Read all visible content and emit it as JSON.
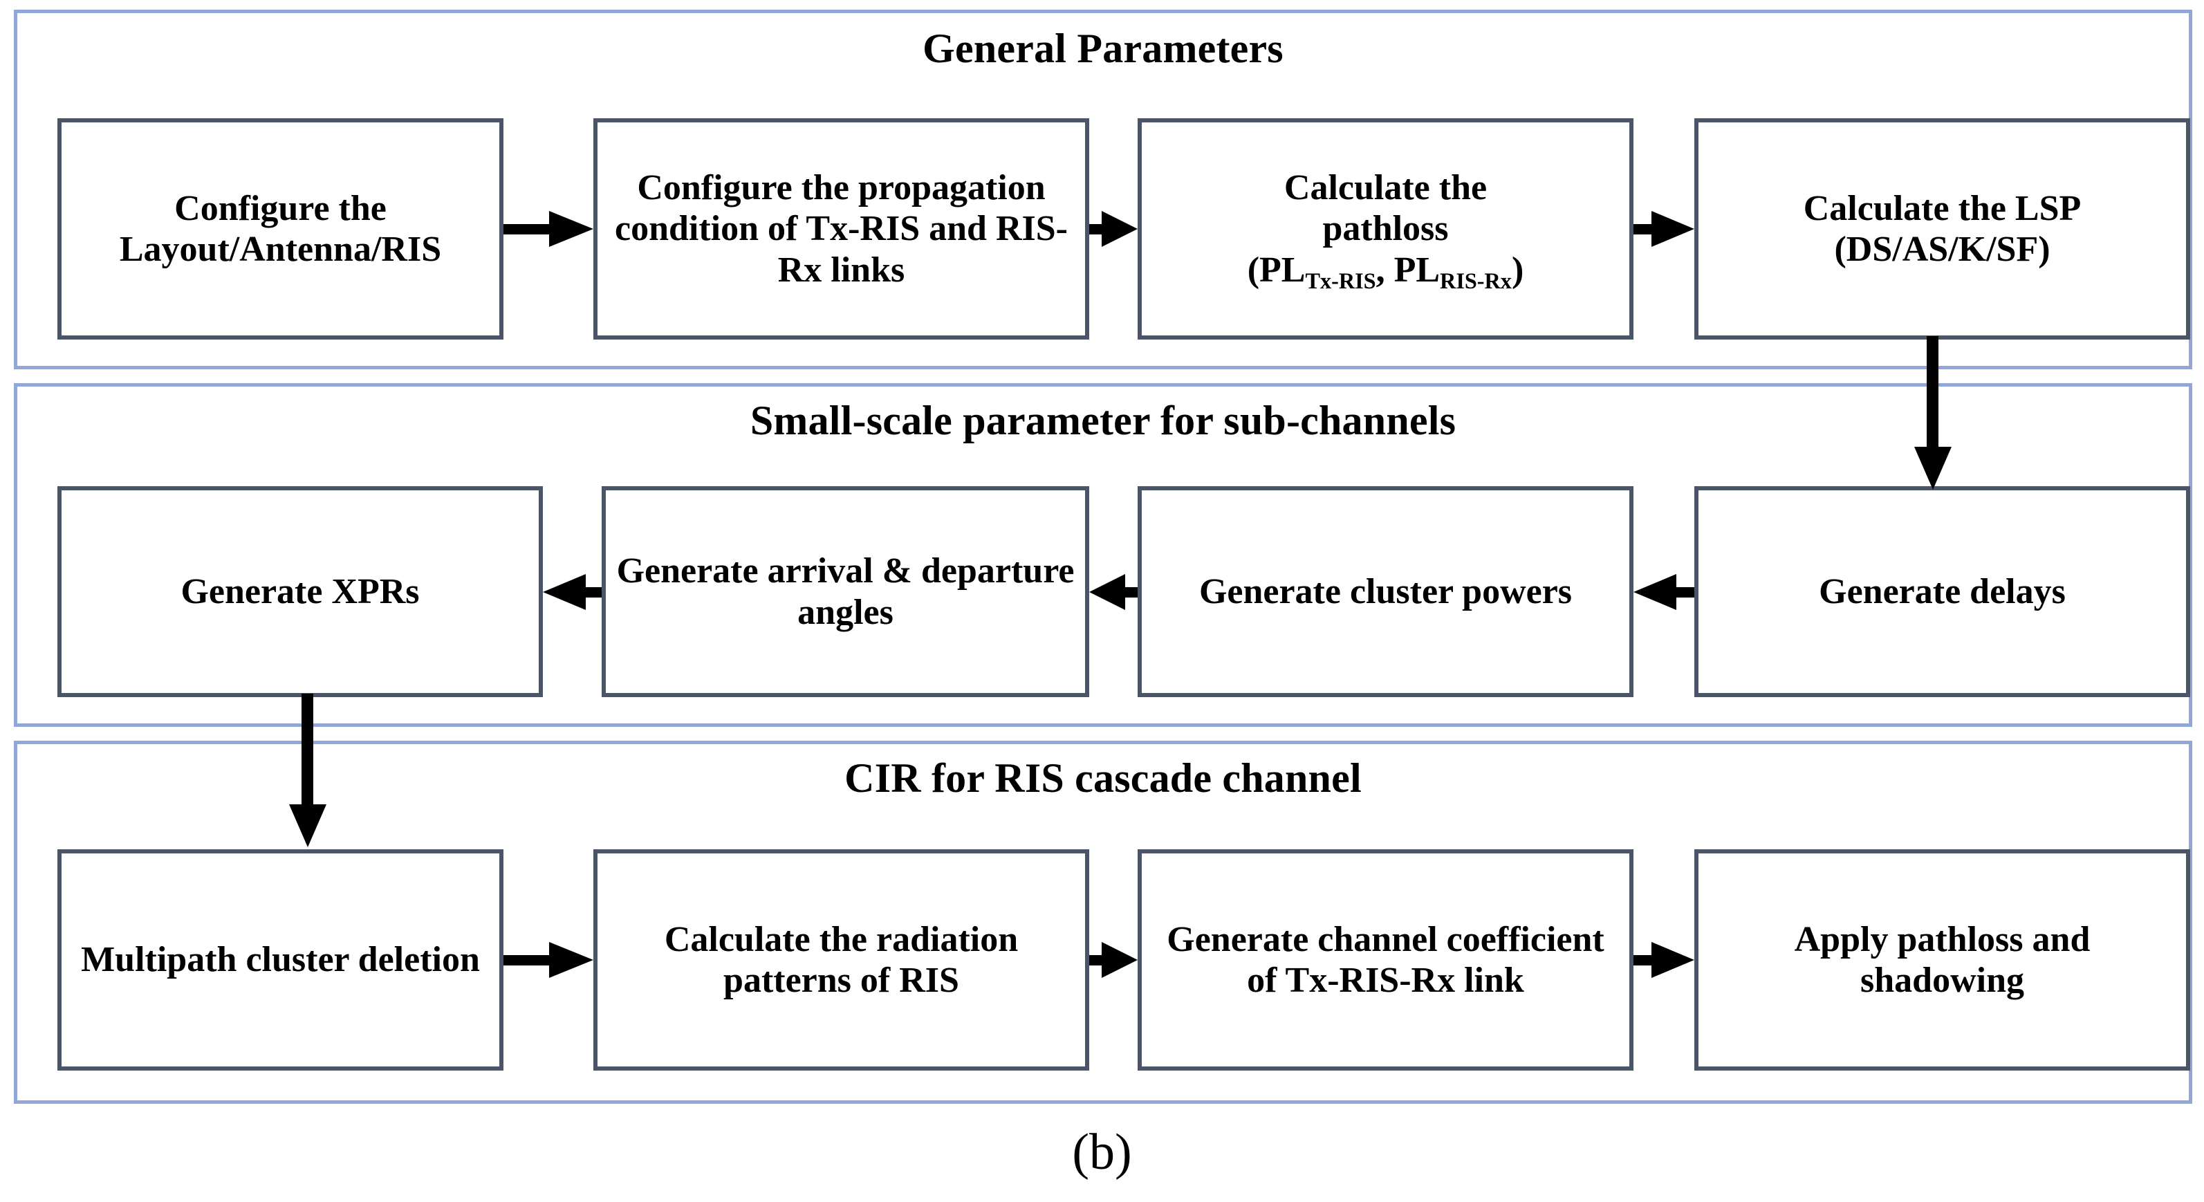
{
  "figure": {
    "caption": "(b)",
    "accent_panel_border": "#91A7D8",
    "box_border": "#4A5568",
    "arrow_color": "#000000",
    "background": "#FFFFFF"
  },
  "sections": [
    {
      "id": "general-parameters",
      "title": "General Parameters",
      "flow_direction": "left-to-right",
      "boxes": [
        {
          "id": "configure-layout",
          "label": "Configure the Layout/Antenna/RIS"
        },
        {
          "id": "configure-propagation",
          "label": "Configure the propagation condition of Tx-RIS and RIS-Rx links"
        },
        {
          "id": "calculate-pathloss",
          "label_line1": "Calculate the",
          "label_line2": "pathloss",
          "label_line3_prefix": "(PL",
          "label_line3_sub1": "Tx-RIS",
          "label_line3_mid": ", PL",
          "label_line3_sub2": "RIS-Rx",
          "label_line3_suffix": ")"
        },
        {
          "id": "calculate-lsp",
          "label": "Calculate the LSP (DS/AS/K/SF)"
        }
      ]
    },
    {
      "id": "small-scale-parameter",
      "title": "Small-scale parameter for sub-channels",
      "flow_direction": "right-to-left",
      "boxes": [
        {
          "id": "generate-xprs",
          "label": "Generate XPRs"
        },
        {
          "id": "generate-angles",
          "label": "Generate arrival & departure angles"
        },
        {
          "id": "generate-cluster-powers",
          "label": "Generate cluster powers"
        },
        {
          "id": "generate-delays",
          "label": "Generate delays"
        }
      ]
    },
    {
      "id": "cir-ris-cascade",
      "title": "CIR for RIS cascade channel",
      "flow_direction": "left-to-right",
      "boxes": [
        {
          "id": "multipath-cluster-deletion",
          "label": "Multipath cluster deletion"
        },
        {
          "id": "calculate-radiation-patterns",
          "label": "Calculate the radiation patterns of RIS"
        },
        {
          "id": "generate-channel-coefficient",
          "label": "Generate channel coefficient of Tx-RIS-Rx link"
        },
        {
          "id": "apply-pathloss-shadowing",
          "label": "Apply pathloss and shadowing"
        }
      ]
    }
  ],
  "connectors": {
    "general_row": [
      "configure-layout → configure-propagation",
      "configure-propagation → calculate-pathloss",
      "calculate-pathloss → calculate-lsp"
    ],
    "general_to_smallscale": "calculate-lsp → generate-delays",
    "smallscale_row": [
      "generate-delays → generate-cluster-powers",
      "generate-cluster-powers → generate-angles",
      "generate-angles → generate-xprs"
    ],
    "smallscale_to_cir": "generate-xprs → multipath-cluster-deletion",
    "cir_row": [
      "multipath-cluster-deletion → calculate-radiation-patterns",
      "calculate-radiation-patterns → generate-channel-coefficient",
      "generate-channel-coefficient → apply-pathloss-shadowing"
    ]
  }
}
